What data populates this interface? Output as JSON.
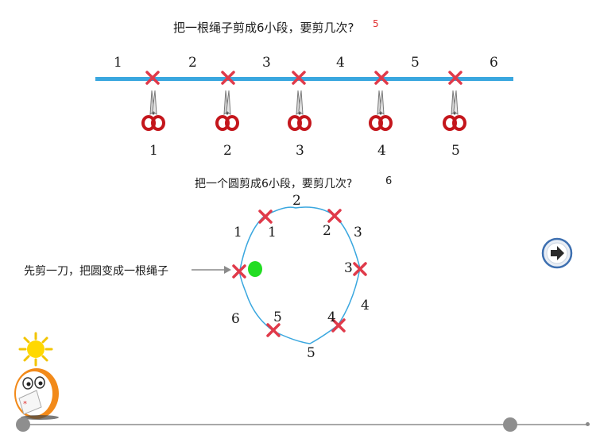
{
  "question1": {
    "text": "把一根绳子剪成6小段，要剪几次?",
    "answer": "5"
  },
  "rope_segments": [
    "1",
    "2",
    "3",
    "4",
    "5",
    "6"
  ],
  "cut_numbers": [
    "1",
    "2",
    "3",
    "4",
    "5"
  ],
  "question2": {
    "text": "把一个圆剪成6小段，要剪几次?",
    "answer": "6"
  },
  "circle_outer_labels": [
    "1",
    "2",
    "3",
    "4",
    "5",
    "6"
  ],
  "circle_inner_labels": [
    "1",
    "2",
    "3",
    "4",
    "5"
  ],
  "circle_note": "先剪一刀，把圆变成一根绳子",
  "colors": {
    "rope": "#3aa7df",
    "cut_mark": "#e03a4a",
    "green_dot": "#22dd22",
    "nav_ring": "#3d6fb0"
  },
  "icons": [
    "cross-mark-icon",
    "scissors-icon",
    "arrow-right-icon",
    "sun-icon",
    "mascot-icon"
  ]
}
